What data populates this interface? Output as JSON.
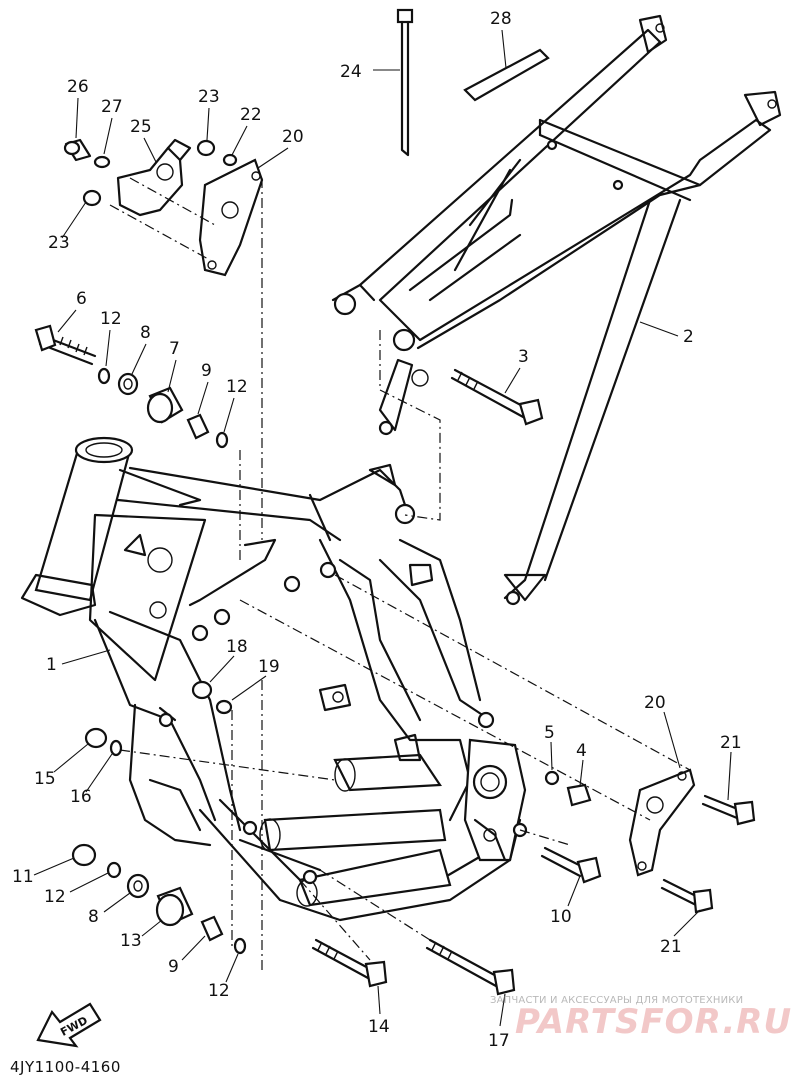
{
  "callouts": [
    "1",
    "2",
    "3",
    "4",
    "5",
    "6",
    "7",
    "8",
    "9",
    "10",
    "11",
    "12",
    "13",
    "14",
    "15",
    "16",
    "17",
    "18",
    "19",
    "20",
    "21",
    "22",
    "23",
    "24",
    "25",
    "26",
    "27",
    "28"
  ],
  "labels": {
    "c26": "26",
    "c27": "27",
    "c25": "25",
    "c23a": "23",
    "c22": "22",
    "c20a": "20",
    "c23b": "23",
    "c24": "24",
    "c28": "28",
    "c2": "2",
    "c3": "3",
    "c6": "6",
    "c12a": "12",
    "c8a": "8",
    "c7": "7",
    "c9a": "9",
    "c12b": "12",
    "c1": "1",
    "c18": "18",
    "c19": "19",
    "c5": "5",
    "c4": "4",
    "c20b": "20",
    "c21a": "21",
    "c15": "15",
    "c16": "16",
    "c11": "11",
    "c12c": "12",
    "c8b": "8",
    "c13": "13",
    "c9b": "9",
    "c12d": "12",
    "c10": "10",
    "c21b": "21",
    "c14": "14",
    "c17": "17",
    "fwd": "FWD"
  },
  "diagram_code": "4JY1100-4160",
  "watermark": {
    "tagline": "ЗАПЧАСТИ И АКСЕССУАРЫ ДЛЯ МОТОТЕХНИКИ",
    "brand": "PARTSFOR.RU"
  }
}
